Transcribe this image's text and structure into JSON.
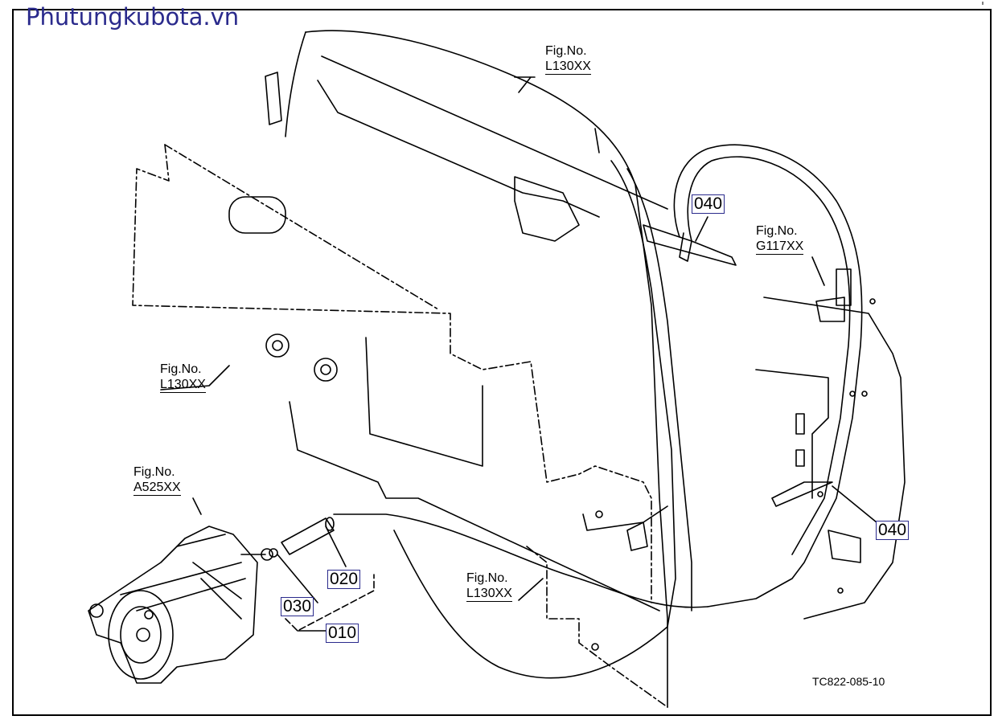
{
  "watermark": "Phutungkubota.vn",
  "figure_refs": [
    {
      "line1": "Fig.No.",
      "line2": "L130XX"
    },
    {
      "line1": "Fig.No.",
      "line2": "G117XX"
    },
    {
      "line1": "Fig.No.",
      "line2": "L130XX"
    },
    {
      "line1": "Fig.No.",
      "line2": "A525XX"
    },
    {
      "line1": "Fig.No.",
      "line2": "L130XX"
    }
  ],
  "parts": [
    "040",
    "040",
    "020",
    "030",
    "010"
  ],
  "drawing_code": "TC822-085-10"
}
